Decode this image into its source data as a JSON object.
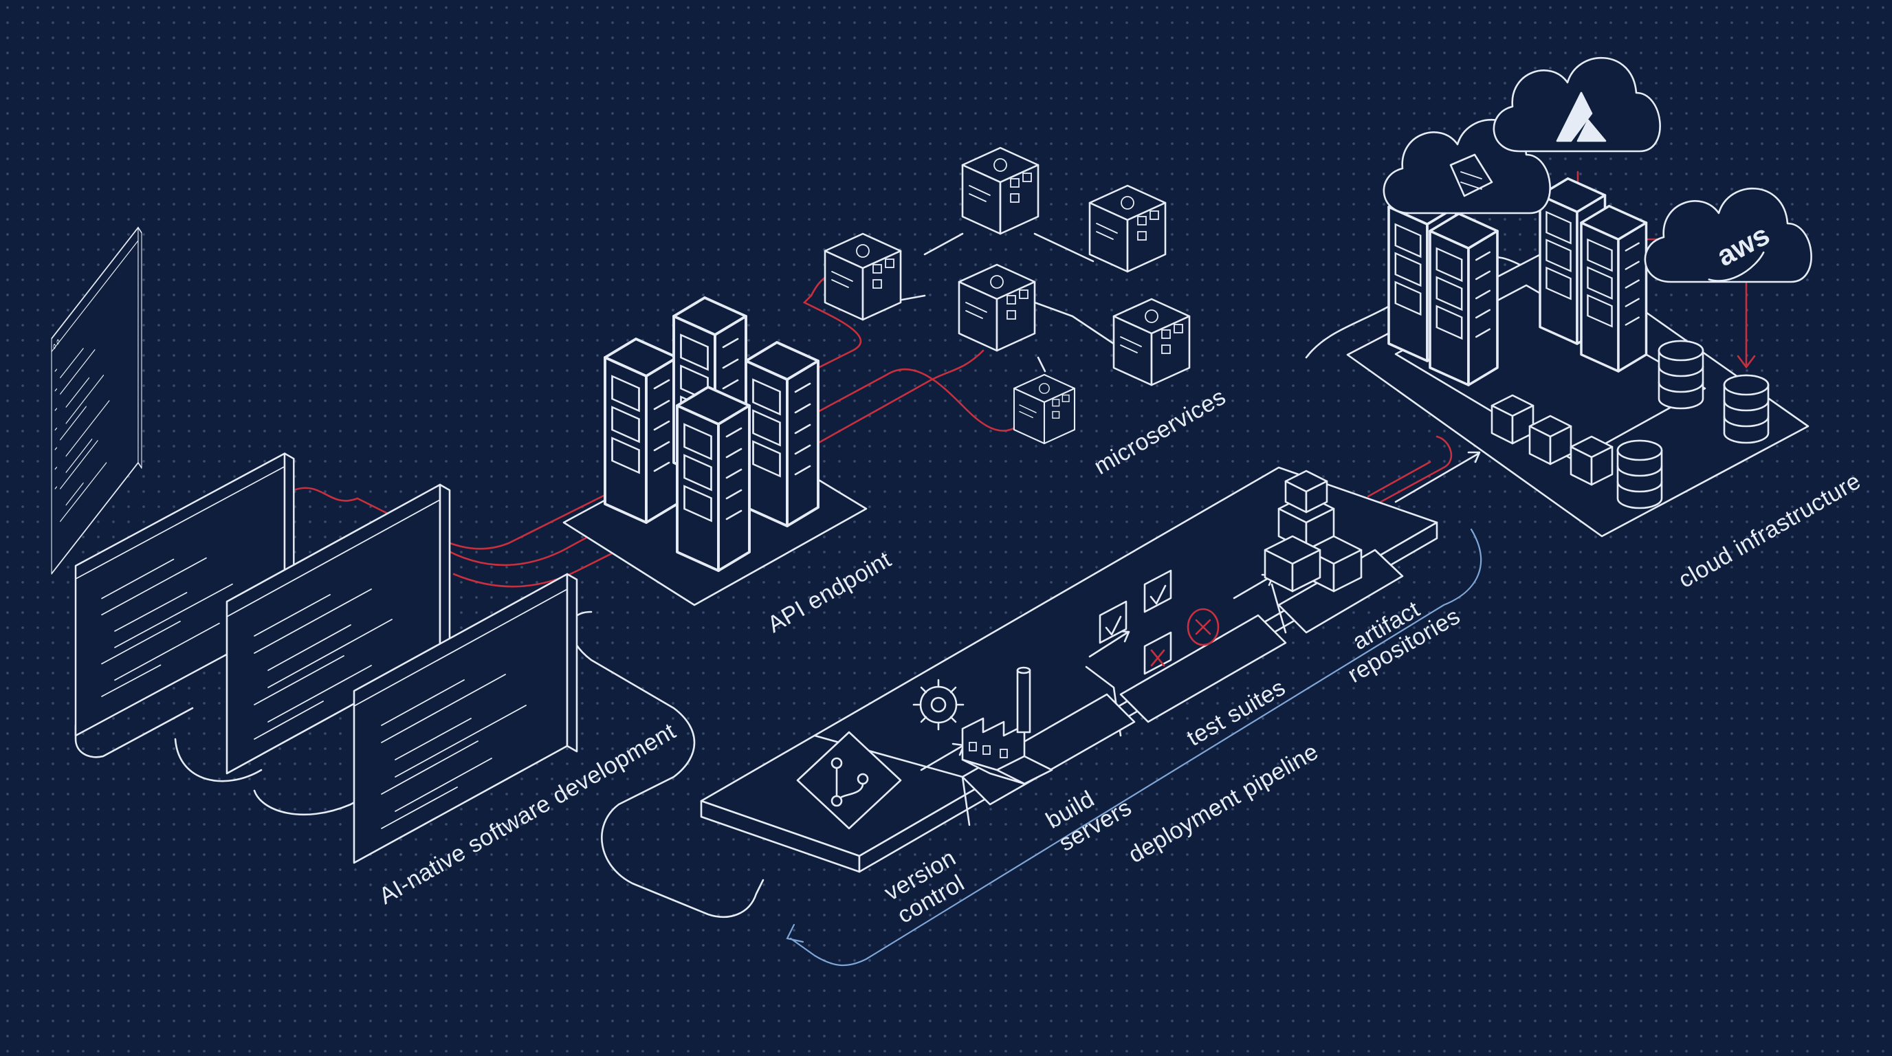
{
  "labels": {
    "ai_dev": "AI-native software development",
    "api": "API endpoint",
    "microservices": "microservices",
    "cloud": "cloud infrastructure",
    "version_control": [
      "version",
      "control"
    ],
    "build_servers": [
      "build",
      "servers"
    ],
    "test_suites": "test suites",
    "artifact_repos": [
      "artifact",
      "repositories"
    ],
    "pipeline": "deployment pipeline"
  },
  "cloud_logo_text": "aws",
  "colors": {
    "background": "#0f1e3c",
    "line": "#e6ecf5",
    "accent_red": "#c9303e",
    "accent_blue": "#7fa6d6"
  },
  "icons": [
    "monitor-icon",
    "server-rack-icon",
    "microservice-cube-icon",
    "git-icon",
    "gear-icon",
    "factory-icon",
    "checkbox-icon",
    "fail-icon",
    "package-icon",
    "cloud-icon",
    "database-icon"
  ]
}
